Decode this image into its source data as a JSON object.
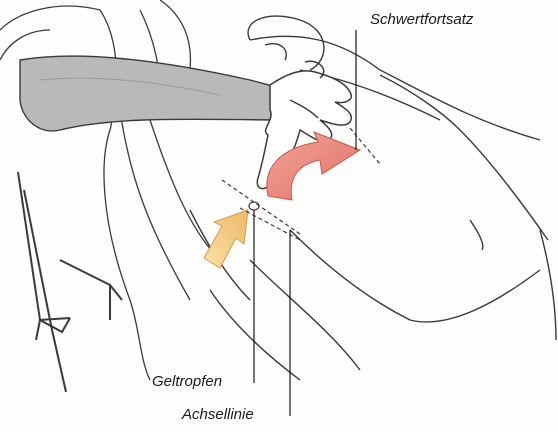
{
  "labels": {
    "xiphoid": "Schwertfortsatz",
    "gel_drop": "Geltropfen",
    "axillary_line": "Achsellinie"
  },
  "colors": {
    "line": "#3a3a3a",
    "sleeve": "#b9b9b9",
    "red_arrow": "#e8857a",
    "yellow_arrow": "#f2c57a"
  },
  "icons": {
    "red_arrow": "curved-rotation-arrow",
    "yellow_arrow": "straight-insertion-arrow"
  }
}
